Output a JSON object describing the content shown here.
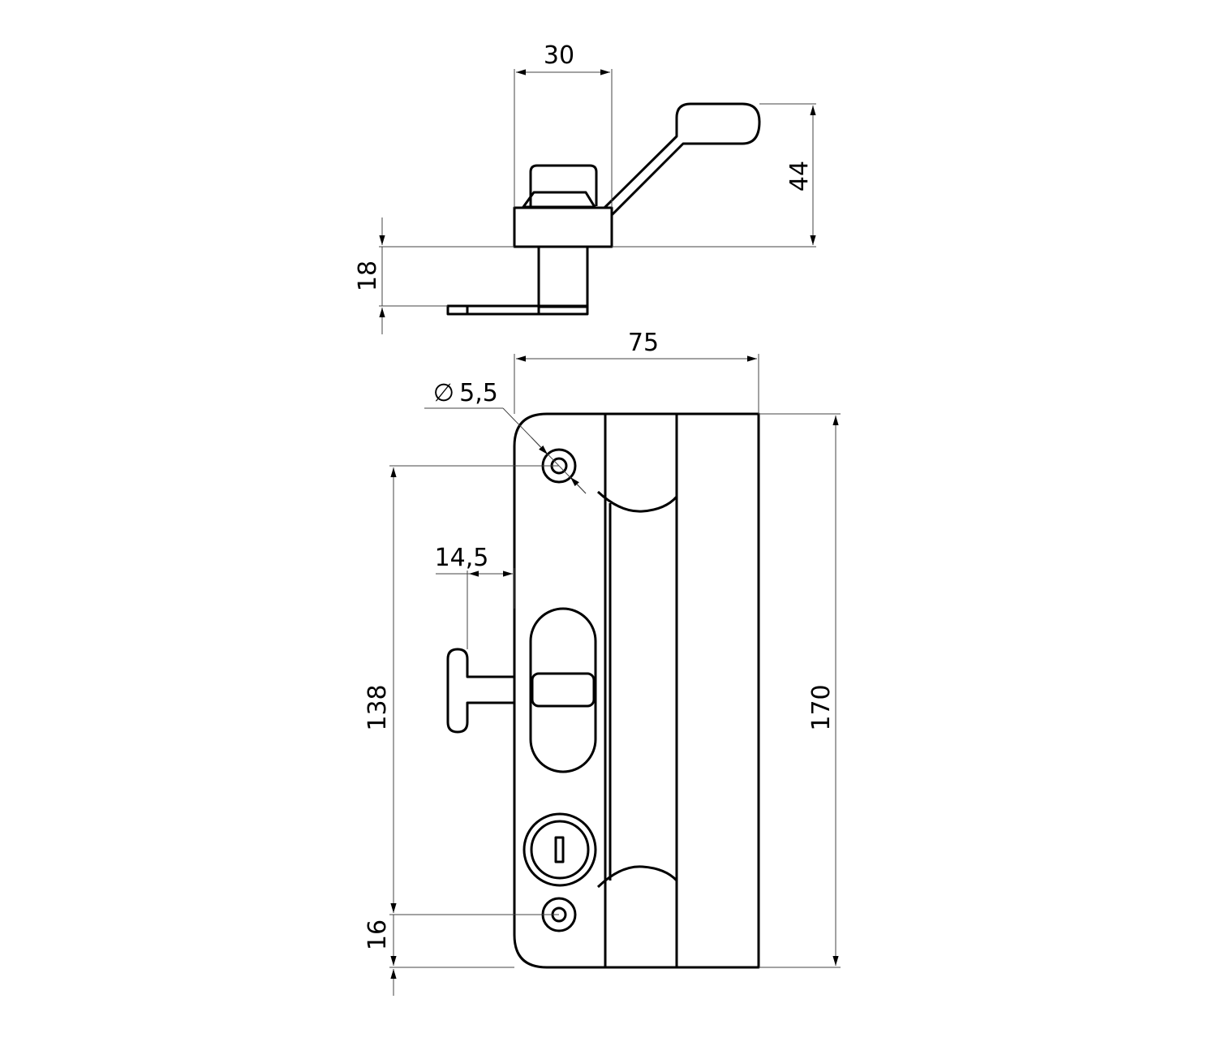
{
  "dimensions": {
    "top_width": "30",
    "lever_height": "44",
    "depth": "18",
    "body_width": "75",
    "hole_diameter": "5,5",
    "diameter_symbol": "∅",
    "handle_offset": "14,5",
    "hole_spacing": "138",
    "body_height": "170",
    "bottom_hole_offset": "16"
  },
  "colors": {
    "line": "#000000",
    "dim": "#444444"
  }
}
